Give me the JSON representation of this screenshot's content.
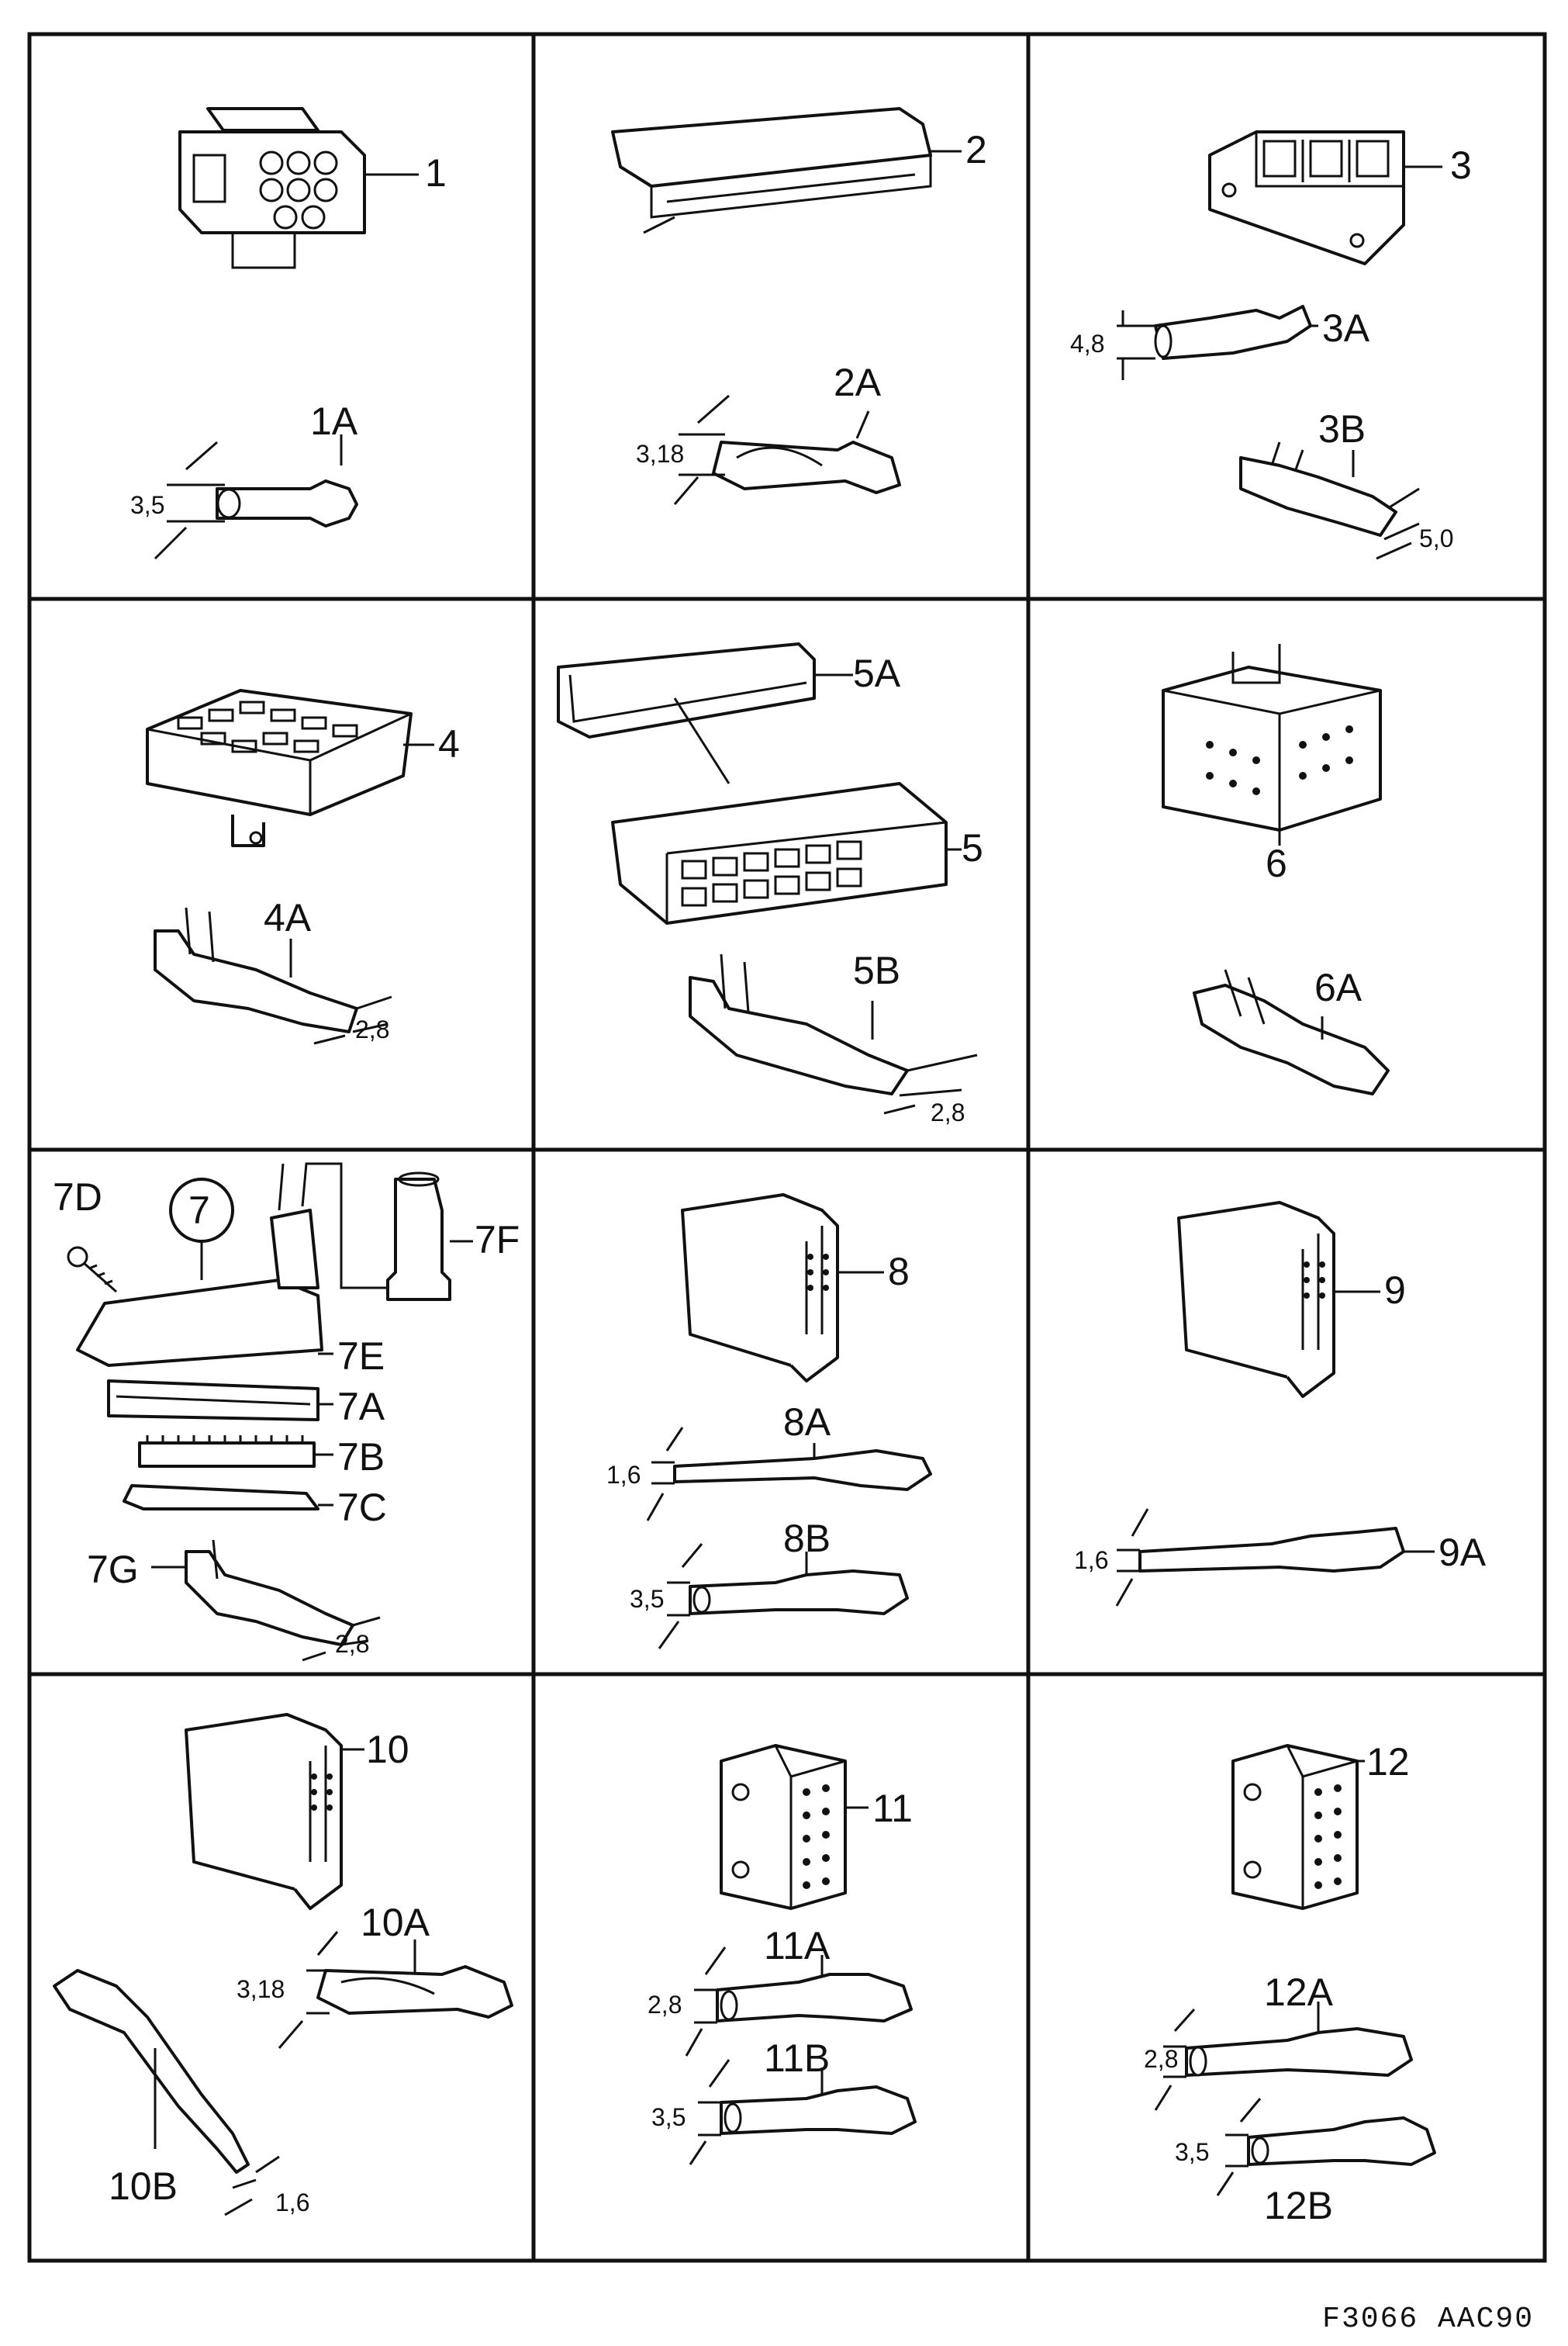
{
  "figure_code": "F3066  AAC90",
  "cells": [
    {
      "id": "1",
      "labels": [
        "1",
        "1A"
      ],
      "dims": [
        "3,5"
      ]
    },
    {
      "id": "2",
      "labels": [
        "2",
        "2A"
      ],
      "dims": [
        "3,18"
      ]
    },
    {
      "id": "3",
      "labels": [
        "3",
        "3A",
        "3B"
      ],
      "dims": [
        "4,8",
        "5,0"
      ]
    },
    {
      "id": "4",
      "labels": [
        "4",
        "4A"
      ],
      "dims": [
        "2,8"
      ]
    },
    {
      "id": "5",
      "labels": [
        "5A",
        "5",
        "5B"
      ],
      "dims": [
        "2,8"
      ]
    },
    {
      "id": "6",
      "labels": [
        "6",
        "6A"
      ],
      "dims": []
    },
    {
      "id": "7",
      "labels": [
        "7D",
        "7",
        "7F",
        "7E",
        "7A",
        "7B",
        "7C",
        "7G"
      ],
      "dims": [
        "2,8"
      ]
    },
    {
      "id": "8",
      "labels": [
        "8",
        "8A",
        "8B"
      ],
      "dims": [
        "1,6",
        "3,5"
      ]
    },
    {
      "id": "9",
      "labels": [
        "9",
        "9A"
      ],
      "dims": [
        "1,6"
      ]
    },
    {
      "id": "10",
      "labels": [
        "10",
        "10A",
        "10B"
      ],
      "dims": [
        "3,18",
        "1,6"
      ]
    },
    {
      "id": "11",
      "labels": [
        "11",
        "11A",
        "11B"
      ],
      "dims": [
        "2,8",
        "3,5"
      ]
    },
    {
      "id": "12",
      "labels": [
        "12",
        "12A",
        "12B"
      ],
      "dims": [
        "2,8",
        "3,5"
      ]
    }
  ]
}
